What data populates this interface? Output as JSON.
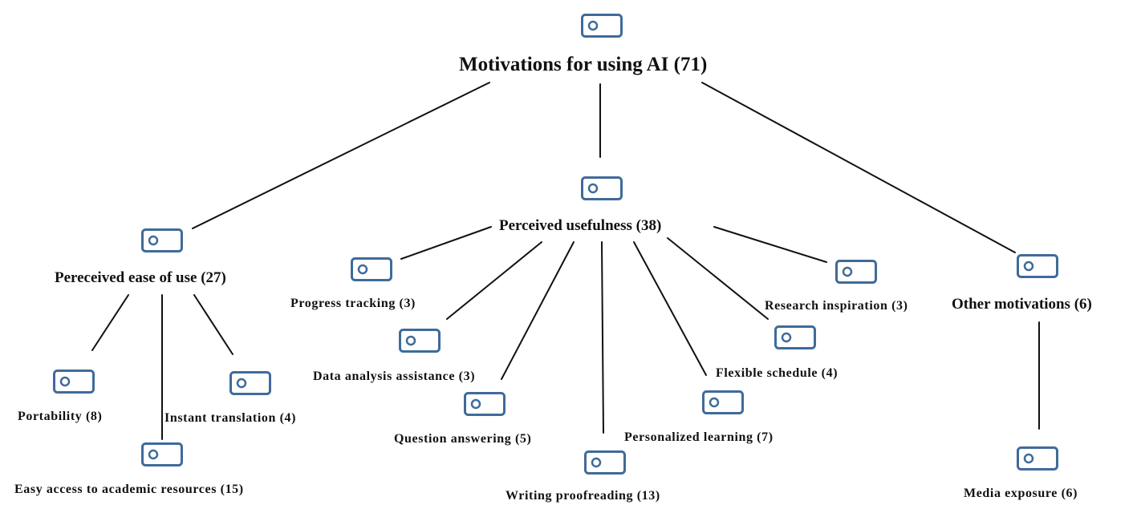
{
  "diagram": {
    "colors": {
      "icon_stroke": "#3f6b9a",
      "edge": "#111111",
      "text": "#111111"
    },
    "icon_type": "code-node-icon",
    "nodes": {
      "root": "Motivations for using AI (71)",
      "ease": "Pereceived ease of use (27)",
      "useful": "Perceived usefulness (38)",
      "other": "Other motivations (6)",
      "portability": "Portability (8)",
      "academic": "Easy access to academic resources (15)",
      "translation": "Instant translation (4)",
      "progress": "Progress tracking (3)",
      "data_analysis": "Data analysis assistance (3)",
      "question": "Question answering (5)",
      "proofreading": "Writing proofreading (13)",
      "personalized": "Personalized learning (7)",
      "flexible": "Flexible schedule (4)",
      "research": "Research inspiration (3)",
      "media": "Media exposure (6)"
    }
  }
}
